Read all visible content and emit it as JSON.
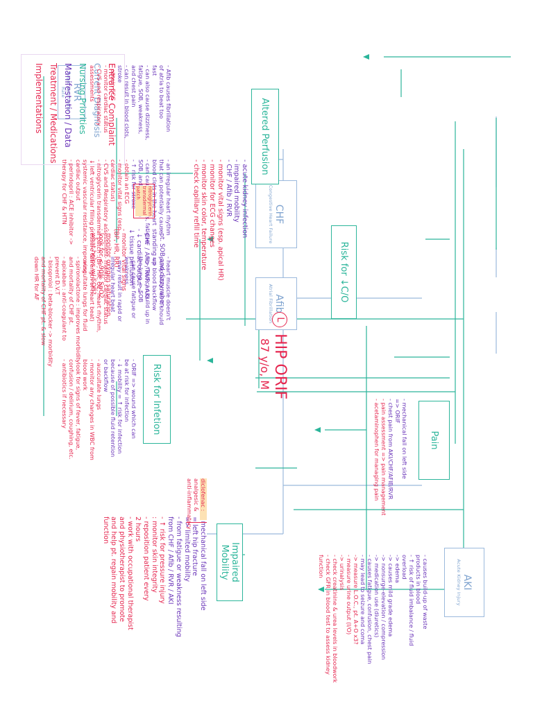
{
  "diagnoses": {
    "chf": {
      "title": "CHF",
      "sub": "Congestive Heart Failure"
    },
    "afib": {
      "title": "Afib",
      "sub": "Atrial Fibrillation"
    },
    "rvr": {
      "title": "RVR",
      "sub": "Rapid Ventricular Rate"
    },
    "aki": {
      "title": "AKI",
      "sub": "Acute Kidney Injury"
    }
  },
  "priorities": {
    "pain": "Pain",
    "mobility": "Impaired Mobility",
    "infection": "Risk for Infetion",
    "co": "Risk for ↓C/O",
    "perfusion": "Altered Perfusion"
  },
  "center": {
    "circle_letter": "L",
    "title": "HIP ORIF",
    "patient": "87 y/o, M"
  },
  "legend": [
    {
      "label": "Entrance Complaint",
      "color": "#e5264f"
    },
    {
      "label": "Current Diagnosis",
      "color": "#7fa3cf"
    },
    {
      "label": "Nursing Priorities",
      "color": "#2bb59a"
    },
    {
      "label": "Manifestation / Data",
      "color": "#6a34b8"
    },
    {
      "label": "Treatment / Medications",
      "color": "#e5264f"
    },
    {
      "label": "Implementations",
      "color": "#e5264f"
    }
  ],
  "notes": {
    "chf": [
      "- heart muscle doesn't",
      "  pump blood as it should",
      "  => blood backflow",
      "=> fluid can build up in",
      "  the lung -> SOB",
      "- can cause fatigue or",
      "  weakness",
      "- may result in rapid or",
      "  irregular heart beat",
      "- monitor cardiac status",
      "  (BP, HR, O2, heart rhythm,",
      "  strength of heart beat)",
      "- auscultate lungs for fluid",
      "- spironolactone : improves morbidity",
      "  and mortality of CHF pt.",
      "- apixaban : anti-coagulant to",
      "  prevent D.V.T",
      "- bisoprolol : beta-blocker -> morbidity",
      "  and mortality of CHF pt. & slow",
      "  down HR for AF"
    ],
    "afib": [
      "- an irregular heart rhythm",
      "  that can potentially cause",
      "  blood clots in the heart",
      "- can cause dizziness, fatigue,",
      "  SOB, and chest pain",
      "- ↑ risk for stroke",
      "- obtain an ECG",
      "- monitor vital signs (esp.",
      "  cardiac status)",
      "- CVS and Respiratory assessment",
      "- nitroglycerin transdermal patch :",
      "  ↓ left ventricular filling pressure &",
      "  systemic vascular resistance, improving",
      "  cardiac output",
      "- perindopril : ACE inhibitor ->",
      "  therapy for CHF & HTN"
    ],
    "rvr": [
      "- Afib causes fibrillation",
      "  of atria to beat too",
      "  fast",
      "- can also cause dizziness,",
      "  fatigue, SOB, weakness,",
      "  and chest pain",
      "- can result in blood clots,",
      "  stroke",
      "- obtain ECG",
      "- monitor cardiac status",
      "- CVS and respiratory",
      "  assessments"
    ],
    "aki": [
      "- causes build-up of waste",
      "  products in blood",
      "- ↑ risk of fluid imbalance / fluid",
      "  overload",
      "  -> edema",
      "    -> causes mild grade edema",
      "    -> nonsurge-elevation / compression",
      "    -> medication use (diuretics)",
      "- causes fatigue, confusion, chest pain",
      "- may lead to seizure and coma",
      "  -> measure L.O.C., pt. A+O x3?",
      "- measure urine output (I/O)",
      "  -> urinalysis",
      "- check creatinine & urea levels in bloodwork",
      "- check GFR in blood test to assess kidney",
      "  function"
    ],
    "pain": [
      "- mechanical fall on left side",
      "  => ORIF",
      "  - chest pain from AKI/CHF/AFIB/RVR",
      "- pain assessment => pain management",
      "  - acetaminophen for managing pain"
    ],
    "mobility": [
      "- mechanical fall on left side",
      "  = left hip fracture",
      "  => limited mobility",
      "- from fatigue or weakness resulting",
      "  from CHF / Afib / RVR / AKI",
      "- ↑ risk for pressure injury",
      "  : monitor skin integrity",
      "  - reposition patient every",
      "    2 hours",
      "- work with occupational therapist",
      "  and physiotherapist to promote",
      "  and help pt. regain mobility and",
      "  function"
    ],
    "diclofenac": [
      "diclofenac :",
      "analgesic &",
      "anti-inflammatory"
    ],
    "infection": [
      "- ORIF => wound which can",
      "  be at risk for infection",
      "- ↓ mobility = ↑ risk for infection",
      "  because of possible fluid retention",
      "  or backflow",
      "- auscultate lungs",
      "- monitor any changes in WBC from",
      "  blood work",
      "- look for signs of fever, fatigue,",
      "  confusion / delirium, coughing, etc.",
      "- antibiotics if necessary"
    ],
    "co": [
      "- pt. SOB and dizzy when",
      "  standing up",
      "- CHF / Afib / RVR / AKI",
      "- ↓ cardiac output =",
      "  ↓ tissue perfusion",
      "- monitor vital signs",
      "  (BP, HR, RR)",
      "- monitor oxygen saturation",
      "  : look for < 90% SpO2",
      "  : what helps w/ SOB?"
    ],
    "co_note": [
      "nitroglycerin",
      "transdermal",
      "patch"
    ],
    "perfusion": [
      "- acute kidney infection",
      "- impaired mobility",
      "- CHF / Afib / RVR",
      "- monitor vital signs (esp. apical HR)",
      "- monitor for ECG changes",
      "- monitor skin color, temperature",
      "- check capillary refill time"
    ]
  }
}
